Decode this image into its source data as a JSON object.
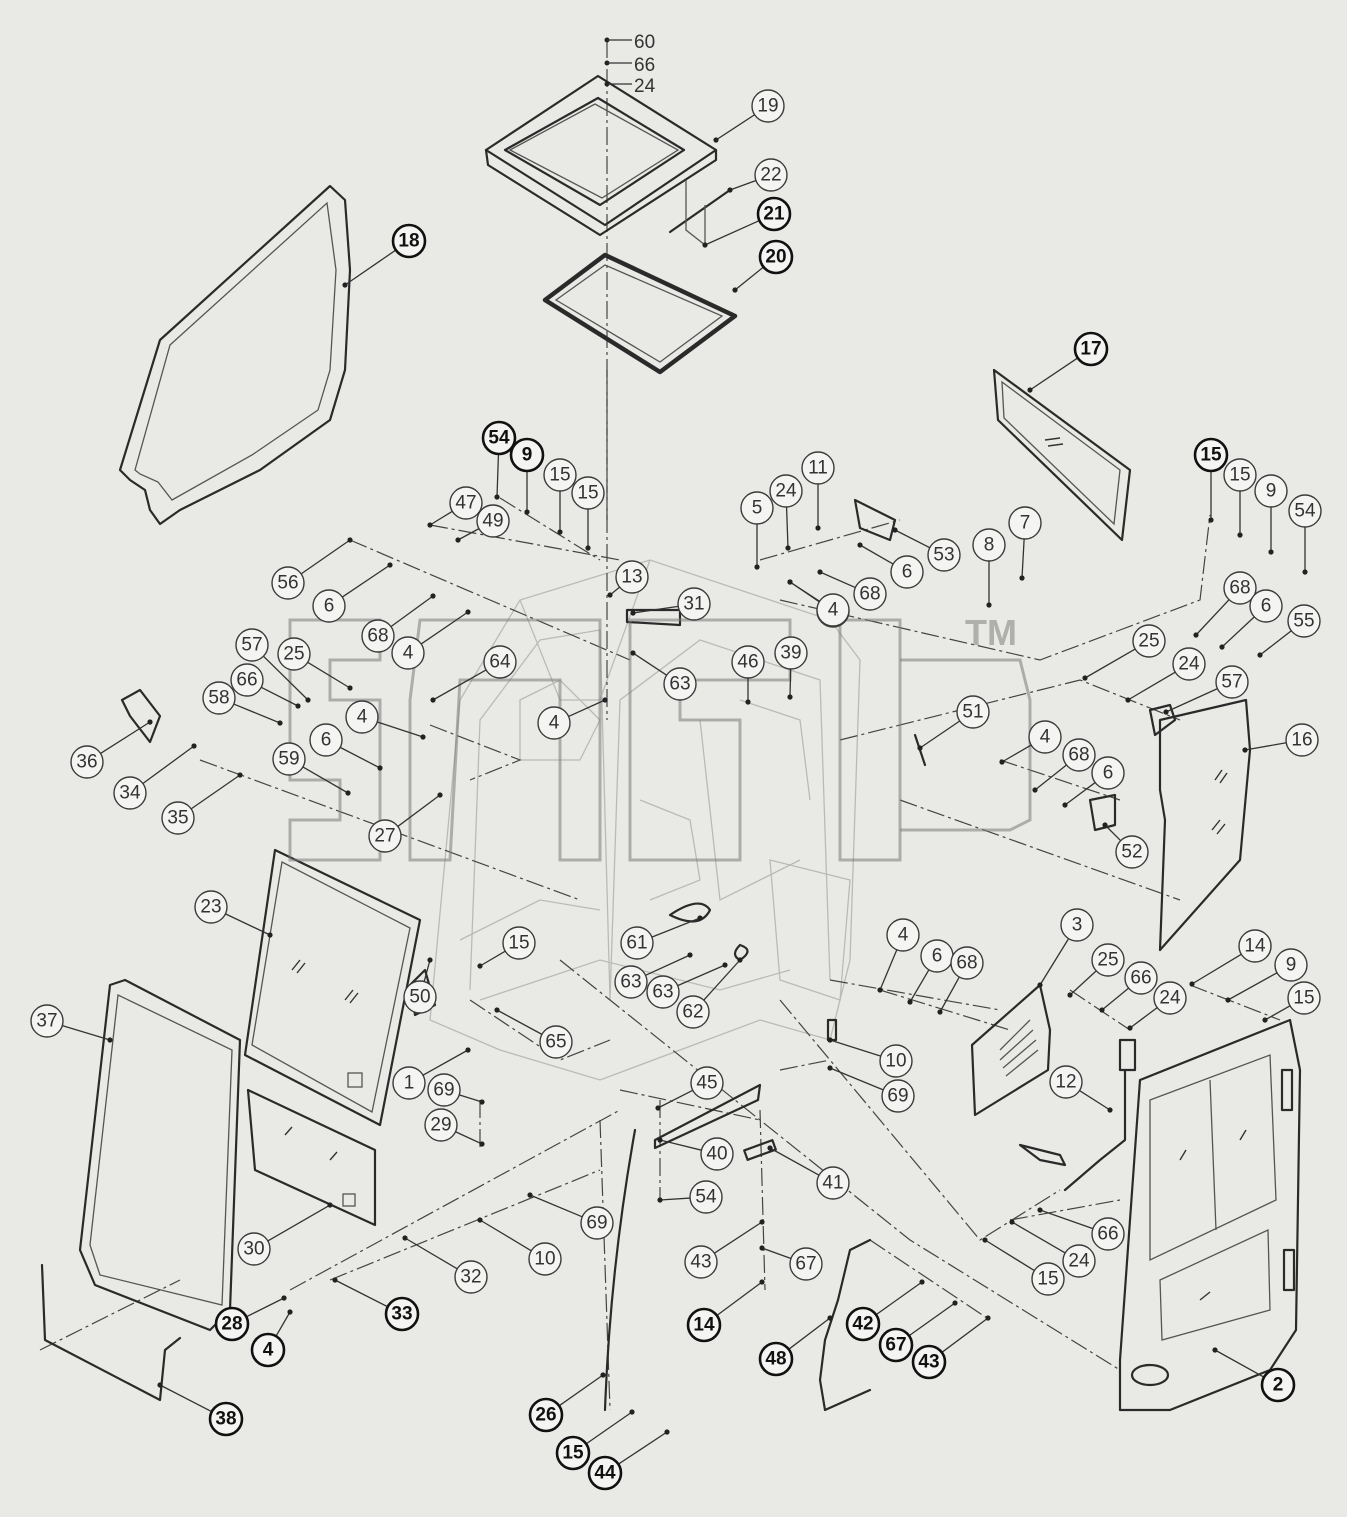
{
  "diagram": {
    "watermark": "TM",
    "top_stack_labels": [
      "60",
      "66",
      "24"
    ],
    "callouts": [
      {
        "label": "19",
        "bold": false
      },
      {
        "label": "22",
        "bold": false
      },
      {
        "label": "21",
        "bold": true
      },
      {
        "label": "20",
        "bold": true
      },
      {
        "label": "18",
        "bold": true
      },
      {
        "label": "17",
        "bold": true
      },
      {
        "label": "54",
        "bold": true
      },
      {
        "label": "9",
        "bold": true
      },
      {
        "label": "15",
        "bold": false
      },
      {
        "label": "15",
        "bold": false
      },
      {
        "label": "47",
        "bold": false
      },
      {
        "label": "49",
        "bold": false
      },
      {
        "label": "11",
        "bold": false
      },
      {
        "label": "24",
        "bold": false
      },
      {
        "label": "5",
        "bold": false
      },
      {
        "label": "53",
        "bold": false
      },
      {
        "label": "6",
        "bold": false
      },
      {
        "label": "68",
        "bold": false
      },
      {
        "label": "4",
        "bold": false
      },
      {
        "label": "8",
        "bold": false
      },
      {
        "label": "7",
        "bold": false
      },
      {
        "label": "15",
        "bold": true
      },
      {
        "label": "15",
        "bold": false
      },
      {
        "label": "9",
        "bold": false
      },
      {
        "label": "54",
        "bold": false
      },
      {
        "label": "13",
        "bold": false
      },
      {
        "label": "31",
        "bold": false
      },
      {
        "label": "63",
        "bold": false
      },
      {
        "label": "56",
        "bold": false
      },
      {
        "label": "6",
        "bold": false
      },
      {
        "label": "68",
        "bold": false
      },
      {
        "label": "4",
        "bold": false
      },
      {
        "label": "64",
        "bold": false
      },
      {
        "label": "57",
        "bold": false
      },
      {
        "label": "25",
        "bold": false
      },
      {
        "label": "66",
        "bold": false
      },
      {
        "label": "58",
        "bold": false
      },
      {
        "label": "4",
        "bold": false
      },
      {
        "label": "4",
        "bold": false
      },
      {
        "label": "46",
        "bold": false
      },
      {
        "label": "39",
        "bold": false
      },
      {
        "label": "51",
        "bold": false
      },
      {
        "label": "4",
        "bold": false
      },
      {
        "label": "68",
        "bold": false
      },
      {
        "label": "6",
        "bold": false
      },
      {
        "label": "55",
        "bold": false
      },
      {
        "label": "25",
        "bold": false
      },
      {
        "label": "24",
        "bold": false
      },
      {
        "label": "57",
        "bold": false
      },
      {
        "label": "16",
        "bold": false
      },
      {
        "label": "36",
        "bold": false
      },
      {
        "label": "34",
        "bold": false
      },
      {
        "label": "35",
        "bold": false
      },
      {
        "label": "6",
        "bold": false
      },
      {
        "label": "59",
        "bold": false
      },
      {
        "label": "27",
        "bold": false
      },
      {
        "label": "4",
        "bold": false
      },
      {
        "label": "68",
        "bold": false
      },
      {
        "label": "6",
        "bold": false
      },
      {
        "label": "52",
        "bold": false
      },
      {
        "label": "23",
        "bold": false
      },
      {
        "label": "15",
        "bold": false
      },
      {
        "label": "61",
        "bold": false
      },
      {
        "label": "63",
        "bold": false
      },
      {
        "label": "63",
        "bold": false
      },
      {
        "label": "62",
        "bold": false
      },
      {
        "label": "50",
        "bold": false
      },
      {
        "label": "65",
        "bold": false
      },
      {
        "label": "3",
        "bold": false
      },
      {
        "label": "4",
        "bold": false
      },
      {
        "label": "6",
        "bold": false
      },
      {
        "label": "68",
        "bold": false
      },
      {
        "label": "25",
        "bold": false
      },
      {
        "label": "66",
        "bold": false
      },
      {
        "label": "24",
        "bold": false
      },
      {
        "label": "14",
        "bold": false
      },
      {
        "label": "9",
        "bold": false
      },
      {
        "label": "15",
        "bold": false
      },
      {
        "label": "37",
        "bold": false
      },
      {
        "label": "1",
        "bold": false
      },
      {
        "label": "69",
        "bold": false
      },
      {
        "label": "29",
        "bold": false
      },
      {
        "label": "45",
        "bold": false
      },
      {
        "label": "40",
        "bold": false
      },
      {
        "label": "10",
        "bold": false
      },
      {
        "label": "69",
        "bold": false
      },
      {
        "label": "12",
        "bold": false
      },
      {
        "label": "41",
        "bold": false
      },
      {
        "label": "54",
        "bold": false
      },
      {
        "label": "69",
        "bold": false
      },
      {
        "label": "30",
        "bold": false
      },
      {
        "label": "10",
        "bold": false
      },
      {
        "label": "32",
        "bold": false
      },
      {
        "label": "43",
        "bold": false
      },
      {
        "label": "67",
        "bold": false
      },
      {
        "label": "66",
        "bold": false
      },
      {
        "label": "24",
        "bold": false
      },
      {
        "label": "15",
        "bold": false
      },
      {
        "label": "28",
        "bold": true
      },
      {
        "label": "33",
        "bold": true
      },
      {
        "label": "4",
        "bold": true
      },
      {
        "label": "14",
        "bold": true
      },
      {
        "label": "42",
        "bold": true
      },
      {
        "label": "67",
        "bold": true
      },
      {
        "label": "43",
        "bold": true
      },
      {
        "label": "48",
        "bold": true
      },
      {
        "label": "2",
        "bold": true
      },
      {
        "label": "38",
        "bold": true
      },
      {
        "label": "26",
        "bold": true
      },
      {
        "label": "15",
        "bold": true
      },
      {
        "label": "44",
        "bold": true
      }
    ]
  }
}
